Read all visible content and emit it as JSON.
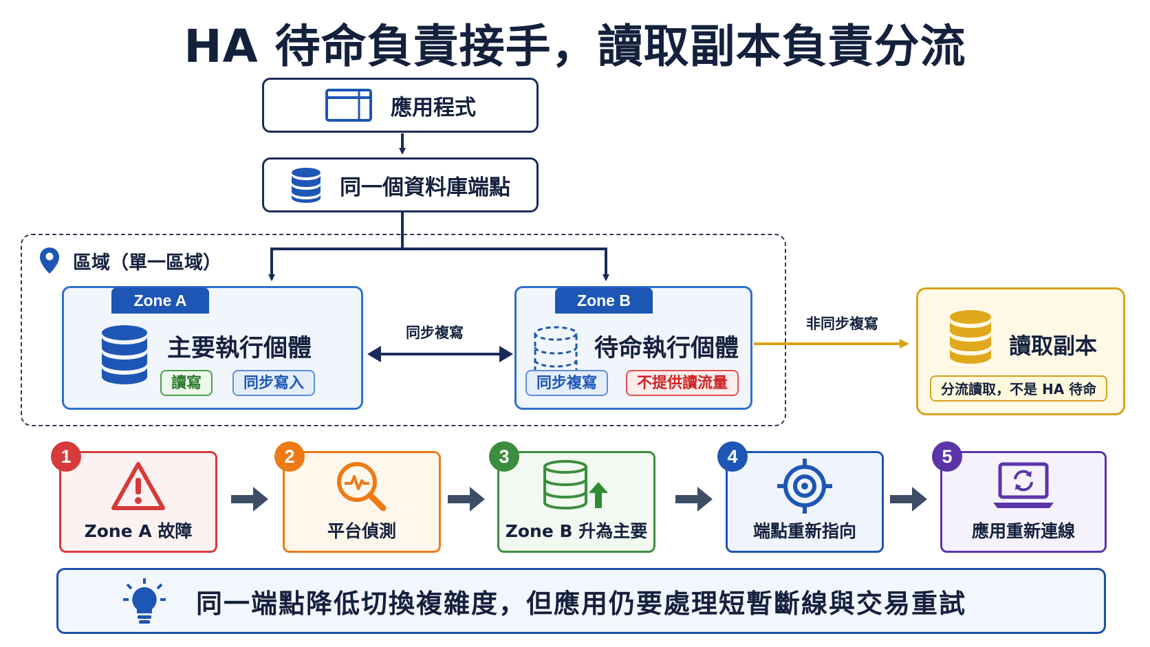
{
  "title": "HA 待命負責接手，讀取副本負責分流",
  "top_flow": {
    "app_label": "應用程式",
    "endpoint_label": "同一個資料庫端點"
  },
  "region": {
    "label": "區域（單一區域）"
  },
  "zone_a": {
    "tab": "Zone A",
    "name": "主要執行個體",
    "tags": [
      "讀寫",
      "同步寫入"
    ]
  },
  "sync_label": "同步複寫",
  "zone_b": {
    "tab": "Zone B",
    "name": "待命執行個體",
    "tags": [
      "同步複寫",
      "不提供讀流量"
    ]
  },
  "async_label": "非同步複寫",
  "replica": {
    "name": "讀取副本",
    "tag": "分流讀取，不是 HA 待命"
  },
  "steps": [
    {
      "number": "1",
      "label": "Zone A 故障",
      "icon": "warning-icon",
      "color": "#d63a3a"
    },
    {
      "number": "2",
      "label": "平台偵測",
      "icon": "monitor-search-icon",
      "color": "#ec7a16"
    },
    {
      "number": "3",
      "label": "Zone B 升為主要",
      "icon": "database-promote-icon",
      "color": "#3c8d3f"
    },
    {
      "number": "4",
      "label": "端點重新指向",
      "icon": "target-icon",
      "color": "#1d56b4"
    },
    {
      "number": "5",
      "label": "應用重新連線",
      "icon": "laptop-refresh-icon",
      "color": "#5b35a8"
    }
  ],
  "note": {
    "icon": "lightbulb-icon",
    "text": "同一端點降低切換複雜度，但應用仍要處理短暫斷線與交易重試"
  },
  "colors": {
    "navy": "#1a2b5a",
    "blue": "#1d56b4",
    "gold": "#d9a21a",
    "red": "#d63a3a",
    "orange": "#ec7a16",
    "green": "#3c8d3f",
    "purple": "#5b35a8"
  }
}
